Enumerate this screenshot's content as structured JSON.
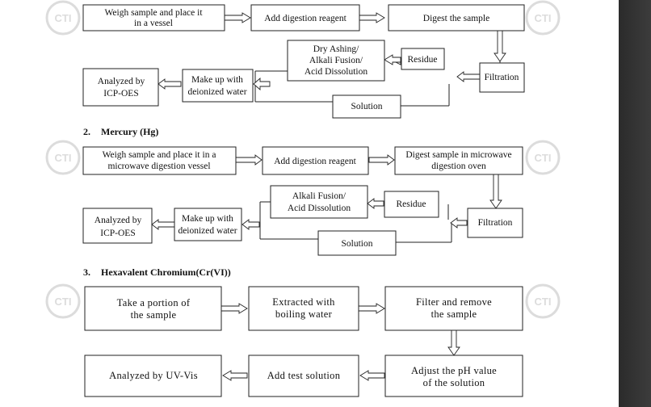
{
  "watermark": "CTI",
  "section1": {
    "boxes": {
      "weigh": [
        "Weigh sample and place it",
        "in a vessel"
      ],
      "digest_reagent": [
        "Add digestion reagent"
      ],
      "digest": [
        "Digest the sample"
      ],
      "dry_ash": [
        "Dry Ashing/",
        "Alkali Fusion/",
        "Acid Dissolution"
      ],
      "residue": [
        "Residue"
      ],
      "filtration": [
        "Filtration"
      ],
      "analyzed": [
        "Analyzed by",
        "ICP-OES"
      ],
      "makeup": [
        "Make up with",
        "deionized water"
      ],
      "solution": [
        "Solution"
      ]
    }
  },
  "section2": {
    "number": "2.",
    "title": "Mercury (Hg)",
    "boxes": {
      "weigh": [
        "Weigh sample and place it in a",
        "microwave digestion vessel"
      ],
      "digest_reagent": [
        "Add digestion reagent"
      ],
      "digest": [
        "Digest sample in microwave",
        "digestion oven"
      ],
      "alkali": [
        "Alkali Fusion/",
        "Acid Dissolution"
      ],
      "residue": [
        "Residue"
      ],
      "filtration": [
        "Filtration"
      ],
      "analyzed": [
        "Analyzed by",
        "ICP-OES"
      ],
      "makeup": [
        "Make up with",
        "deionized water"
      ],
      "solution": [
        "Solution"
      ]
    }
  },
  "section3": {
    "number": "3.",
    "title": "Hexavalent Chromium(Cr(VI))",
    "boxes": {
      "portion": [
        "Take a portion of",
        "the sample"
      ],
      "extract": [
        "Extracted with",
        "boiling water"
      ],
      "filter": [
        "Filter and remove",
        "the sample"
      ],
      "analyzed": [
        "Analyzed by UV-Vis"
      ],
      "add_test": [
        "Add test solution"
      ],
      "adjust": [
        "Adjust the pH value",
        "of the solution"
      ]
    }
  }
}
